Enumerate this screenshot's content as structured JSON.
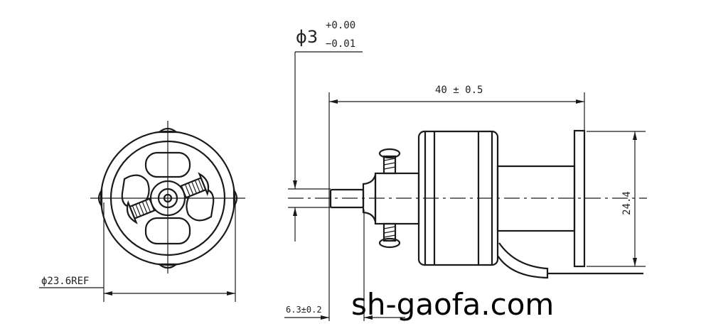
{
  "dimensions": {
    "shaft_diameter_main": "ϕ3",
    "shaft_diameter_upper_tol": "+0.00",
    "shaft_diameter_lower_tol": "−0.01",
    "length": "40 ± 0.5",
    "flange_height": "24.4",
    "front_diameter": "ϕ23.6REF",
    "shaft_length": "6.3±0.2"
  },
  "watermark": "sh-gaofa.com"
}
